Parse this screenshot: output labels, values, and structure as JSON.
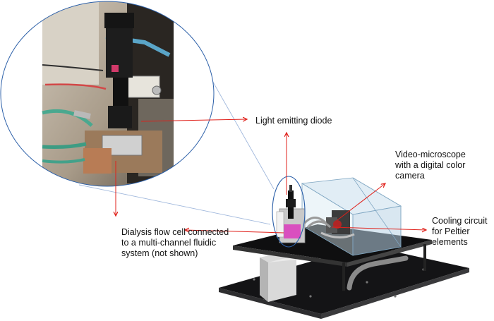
{
  "labels": {
    "led": [
      "Light emitting diode"
    ],
    "microscope": [
      "Video-microscope",
      "with a digital color",
      "camera"
    ],
    "cooling": [
      "Cooling circuit",
      "for Peltier",
      "elements"
    ],
    "flow_cell": [
      "Dialysis flow cell connected",
      "to a multi-channel fluidic",
      "system (not shown)"
    ]
  },
  "colors": {
    "arrow": "#e0211b",
    "callout_outline": "#2b5fa8",
    "zoom_line": "#9fb7dc",
    "plate": "#1c1c1e",
    "enclosure": "#b9d4e6"
  }
}
